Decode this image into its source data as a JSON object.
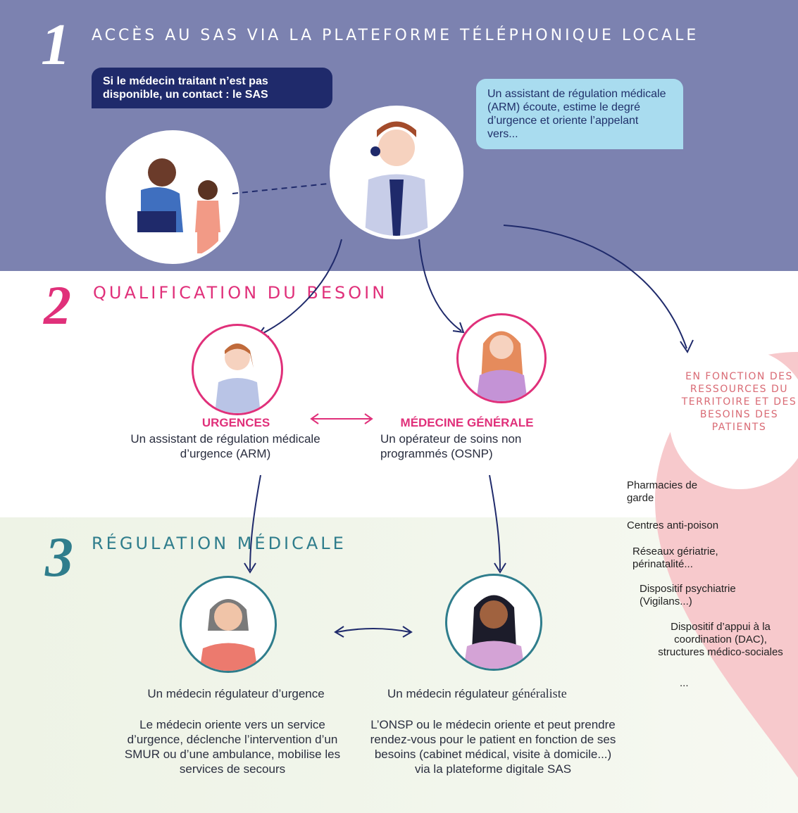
{
  "step1": {
    "number": "1",
    "title": "ACCÈS AU SAS VIA LA PLATEFORME TÉLÉPHONIQUE LOCALE",
    "bubble_left": "Si le médecin traitant n’est pas disponible, un contact : le SAS",
    "bubble_right": "Un assistant de régulation médicale (ARM) écoute, estime le degré d’urgence et oriente l’appelant vers..."
  },
  "step2": {
    "number": "2",
    "title": "QUALIFICATION DU BESOIN",
    "left_label": "URGENCES",
    "left_text": "Un assistant de régulation médicale d’urgence (ARM)",
    "right_label": "MÉDECINE GÉNÉRALE",
    "right_text": "Un opérateur de soins non programmés  (OSNP)"
  },
  "step3": {
    "number": "3",
    "title": "RÉGULATION MÉDICALE",
    "left_title": "Un médecin régulateur d’urgence",
    "left_text": "Le médecin oriente vers un service d’urgence, déclenche l’intervention d’un SMUR ou d’une ambulance, mobilise les services de secours",
    "right_title": "Un médecin régulateur",
    "right_title_extra": "généraliste",
    "right_text": "L’ONSP ou le médecin oriente et peut prendre rendez-vous pour le patient en fonction de ses besoins (cabinet médical, visite à domicile...) via la plateforme digitale SAS"
  },
  "pin": {
    "heading": "EN FONCTION DES RESSOURCES DU TERRITOIRE ET DES BESOINS DES PATIENTS",
    "items": [
      "Pharmacies de garde",
      "Centres anti-poison",
      "Réseaux gériatrie, périnatalité...",
      "Dispositif psychiatrie (Vigilans...)",
      "Dispositif d’appui à la coordination (DAC), structures médico-sociales",
      "..."
    ]
  },
  "colors": {
    "band1": "#7c82b0",
    "pink": "#e0307a",
    "teal": "#2f7d8c",
    "navy": "#1f2a6b",
    "pin": "#f7c9cc"
  },
  "icons": [
    "patient-mother-child-illustration",
    "arm-operator-illustration",
    "arm-urgence-illustration",
    "osnp-illustration",
    "doctor-urgence-illustration",
    "doctor-generalist-illustration"
  ]
}
